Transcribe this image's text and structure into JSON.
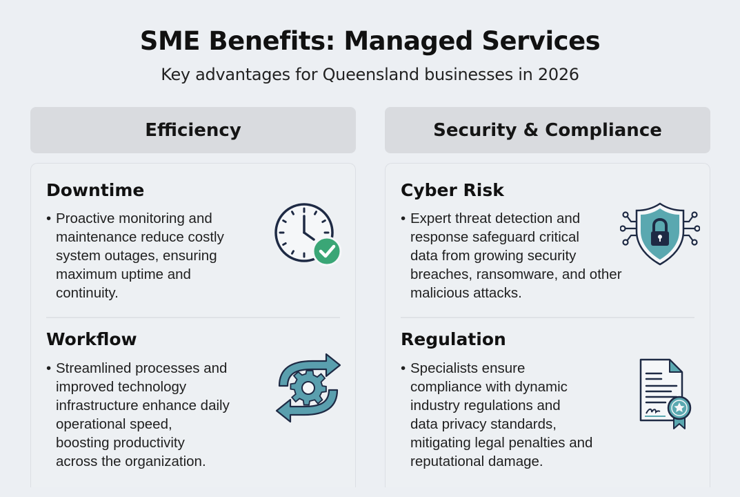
{
  "header": {
    "title": "SME Benefits: Managed Services",
    "subtitle": "Key advantages for Queensland businesses in 2026"
  },
  "columns": [
    {
      "heading": "Efficiency",
      "sections": [
        {
          "title": "Downtime",
          "bullet": "Proactive monitoring and maintenance reduce costly system outages, ensuring maximum uptime and continuity.",
          "lines": [
            "Proactive monitoring and",
            "maintenance reduce costly",
            "system outages, ensuring",
            "maximum uptime and",
            "continuity."
          ],
          "icon": "clock-check-icon"
        },
        {
          "title": "Workflow",
          "bullet": "Streamlined processes and improved technology infrastructure enhance daily operational speed, boosting productivity across the organization.",
          "lines": [
            "Streamlined processes and",
            "improved technology",
            "infrastructure enhance daily",
            "operational speed,",
            "boosting productivity",
            "across the organization."
          ],
          "icon": "gear-cycle-icon"
        }
      ]
    },
    {
      "heading": "Security & Compliance",
      "sections": [
        {
          "title": "Cyber Risk",
          "bullet": "Expert threat detection and response safeguard critical data from growing security breaches, ransomware, and other malicious attacks.",
          "lines": [
            "Expert threat detection and",
            "response safeguard critical",
            "data from growing security",
            "breaches, ransomware, and other",
            "malicious attacks."
          ],
          "icon": "shield-lock-icon"
        },
        {
          "title": "Regulation",
          "bullet": "Specialists ensure compliance with dynamic industry regulations and data privacy standards, mitigating legal penalties and reputational damage.",
          "lines": [
            "Specialists ensure",
            "compliance with dynamic",
            "industry regulations and",
            "data privacy standards,",
            "mitigating legal penalties and",
            "reputational damage."
          ],
          "icon": "certificate-icon"
        }
      ]
    }
  ],
  "bullet_glyph": "•",
  "colors": {
    "background": "#eceff3",
    "header_box": "#d9dbdf",
    "icon_navy": "#1e2a44",
    "icon_teal": "#5a9fae",
    "check_green": "#3aa676"
  }
}
